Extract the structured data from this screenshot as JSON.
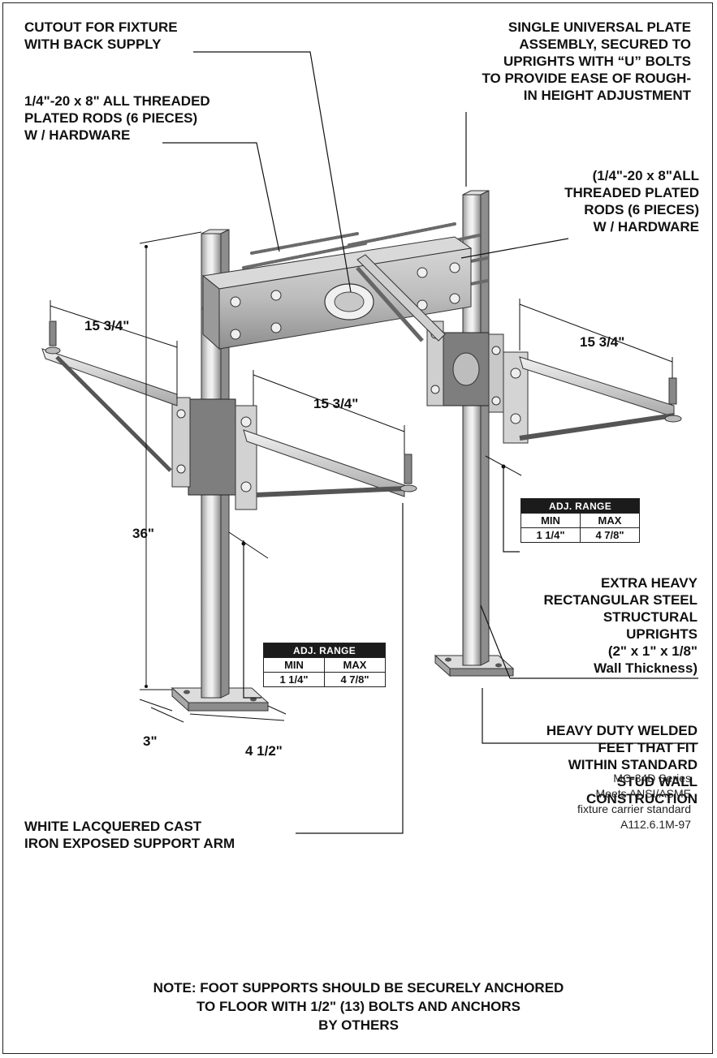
{
  "callouts": {
    "cutout": "CUTOUT FOR FIXTURE\nWITH BACK SUPPLY",
    "rods_left": "1/4\"-20 x 8\" ALL THREADED\nPLATED RODS (6 PIECES)\nW / HARDWARE",
    "plate": "SINGLE UNIVERSAL PLATE\nASSEMBLY, SECURED TO\nUPRIGHTS WITH “U” BOLTS\nTO PROVIDE EASE OF ROUGH-\nIN HEIGHT ADJUSTMENT",
    "rods_right": "(1/4\"-20 x 8\"ALL\nTHREADED PLATED\nRODS (6 PIECES)\nW / HARDWARE",
    "uprights": "EXTRA HEAVY\nRECTANGULAR STEEL\nSTRUCTURAL\nUPRIGHTS\n(2\" x 1\" x 1/8\"\nWall Thickness)",
    "feet": "HEAVY DUTY WELDED\nFEET THAT FIT\nWITHIN STANDARD\nSTUD WALL\nCONSTRUCTION",
    "support_arm": "WHITE LACQUERED CAST\n IRON EXPOSED SUPPORT ARM"
  },
  "dimensions": {
    "arm_left": "15 3/4\"",
    "arm_middle": "15 3/4\"",
    "arm_right": "15 3/4\"",
    "height": "36\"",
    "foot_depth": "3\"",
    "foot_width": "4 1/2\""
  },
  "adj_range_tables": [
    {
      "header": "ADJ. RANGE",
      "min_label": "MIN",
      "max_label": "MAX",
      "min_value": "1 1/4\"",
      "max_value": "4 7/8\""
    },
    {
      "header": "ADJ. RANGE",
      "min_label": "MIN",
      "max_label": "MAX",
      "min_value": "1 1/4\"",
      "max_value": "4 7/8\""
    }
  ],
  "series_info": "MC-34D Series\nMeets ANSI/ASME\nfixture carrier standard\nA112.6.1M-97",
  "note": "NOTE: FOOT SUPPORTS SHOULD BE SECURELY ANCHORED\nTO FLOOR WITH 1/2\" (13) BOLTS AND ANCHORS\nBY OTHERS",
  "colors": {
    "steel_light": "#e6e6e6",
    "steel_mid": "#bdbdbd",
    "steel_dark": "#7a7a7a",
    "line": "#1a1a1a"
  }
}
